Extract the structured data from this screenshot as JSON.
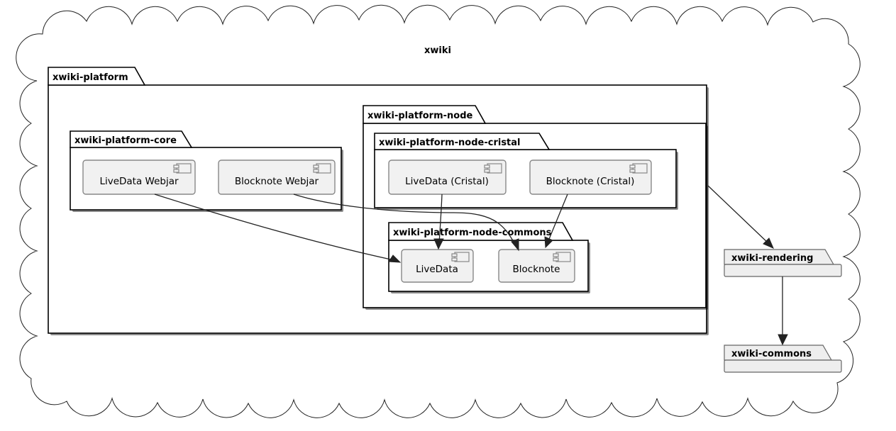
{
  "diagram": {
    "type": "uml-component-diagram",
    "cloud": {
      "label": "xwiki",
      "name": "xwiki-cloud"
    },
    "packages": [
      {
        "id": "xwiki-platform",
        "label": "xwiki-platform",
        "kind": "package"
      },
      {
        "id": "xwiki-platform-core",
        "label": "xwiki-platform-core",
        "kind": "package"
      },
      {
        "id": "xwiki-platform-node",
        "label": "xwiki-platform-node",
        "kind": "package"
      },
      {
        "id": "xwiki-platform-node-cristal",
        "label": "xwiki-platform-node-cristal",
        "kind": "package"
      },
      {
        "id": "xwiki-platform-node-commons",
        "label": "xwiki-platform-node-commons",
        "kind": "package"
      },
      {
        "id": "xwiki-rendering",
        "label": "xwiki-rendering",
        "kind": "collapsed-package"
      },
      {
        "id": "xwiki-commons",
        "label": "xwiki-commons",
        "kind": "collapsed-package"
      }
    ],
    "components": [
      {
        "id": "livedata-webjar",
        "label": "LiveData Webjar",
        "parent": "xwiki-platform-core",
        "icon": "uml-component-icon"
      },
      {
        "id": "blocknote-webjar",
        "label": "Blocknote Webjar",
        "parent": "xwiki-platform-core",
        "icon": "uml-component-icon"
      },
      {
        "id": "livedata-cristal",
        "label": "LiveData (Cristal)",
        "parent": "xwiki-platform-node-cristal",
        "icon": "uml-component-icon"
      },
      {
        "id": "blocknote-cristal",
        "label": "Blocknote (Cristal)",
        "parent": "xwiki-platform-node-cristal",
        "icon": "uml-component-icon"
      },
      {
        "id": "livedata",
        "label": "LiveData",
        "parent": "xwiki-platform-node-commons",
        "icon": "uml-component-icon"
      },
      {
        "id": "blocknote",
        "label": "Blocknote",
        "parent": "xwiki-platform-node-commons",
        "icon": "uml-component-icon"
      }
    ],
    "edges": [
      {
        "from": "livedata-webjar",
        "to": "livedata",
        "arrow": "open"
      },
      {
        "from": "blocknote-webjar",
        "to": "blocknote",
        "arrow": "open"
      },
      {
        "from": "livedata-cristal",
        "to": "livedata",
        "arrow": "open"
      },
      {
        "from": "blocknote-cristal",
        "to": "blocknote",
        "arrow": "open"
      },
      {
        "from": "xwiki-platform-node",
        "to": "xwiki-rendering",
        "arrow": "open"
      },
      {
        "from": "xwiki-rendering",
        "to": "xwiki-commons",
        "arrow": "open"
      }
    ],
    "colors": {
      "component_fill": "#F1F1F1",
      "component_stroke": "#888888",
      "package_stroke": "#000000",
      "collapsed_fill": "#EEEEEE",
      "collapsed_stroke": "#666666",
      "cloud_stroke": "#222222",
      "background": "#FFFFFF"
    }
  }
}
